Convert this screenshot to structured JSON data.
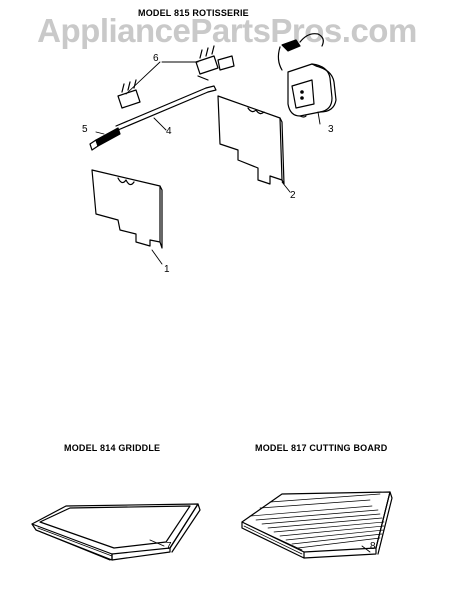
{
  "watermark": "AppliancePartsPros.com",
  "sections": {
    "rotisserie": {
      "title": "MODEL 815 ROTISSERIE"
    },
    "griddle": {
      "title": "MODEL 814 GRIDDLE"
    },
    "cutting_board": {
      "title": "MODEL 817 CUTTING BOARD"
    }
  },
  "callouts": [
    "1",
    "2",
    "3",
    "4",
    "5",
    "6",
    "7",
    "8"
  ],
  "colors": {
    "line": "#000000",
    "watermark": "#c9c9c9"
  }
}
